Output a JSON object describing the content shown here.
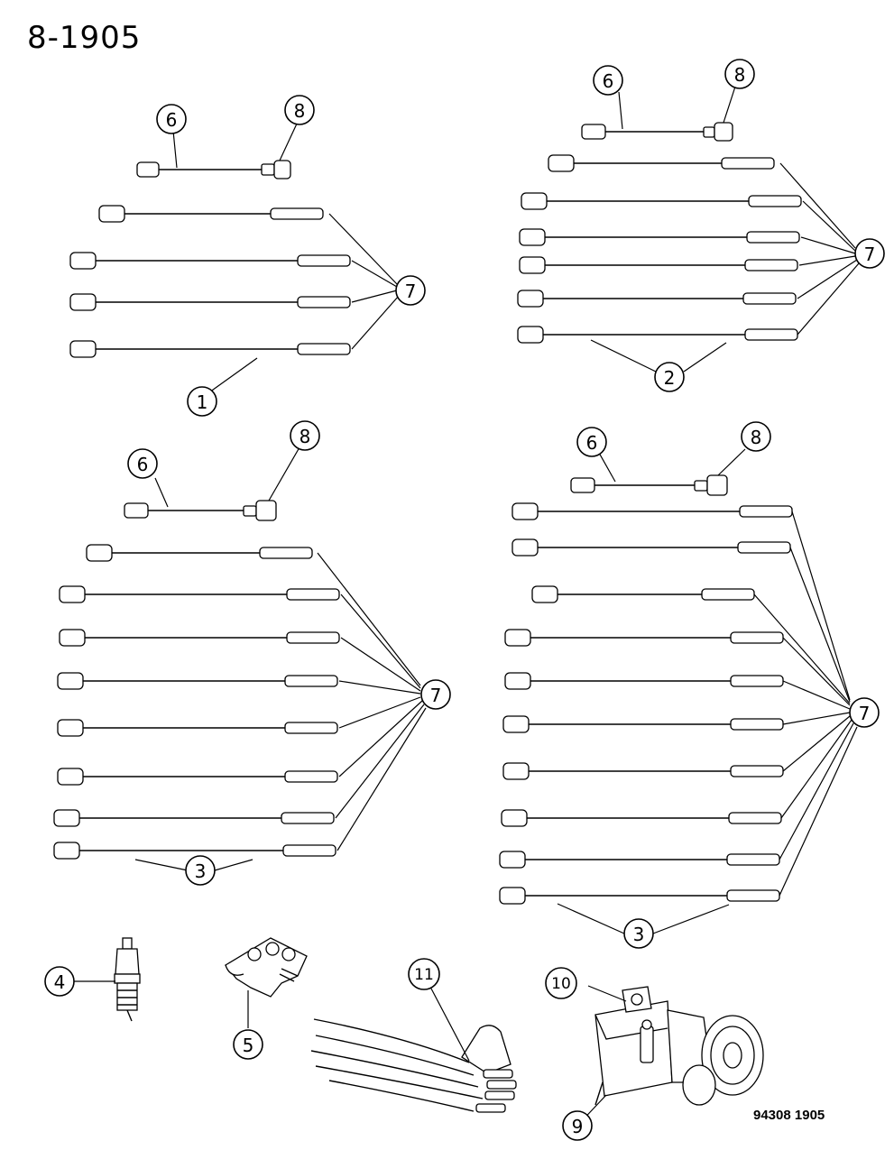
{
  "header": {
    "title": "8-1905"
  },
  "footer": {
    "code": "94308  1905"
  },
  "callouts": {
    "c1": "1",
    "c2": "2",
    "c3": "3",
    "c4": "4",
    "c5": "5",
    "c6": "6",
    "c7": "7",
    "c8": "8",
    "c9": "9",
    "c10": "10",
    "c11": "11"
  }
}
